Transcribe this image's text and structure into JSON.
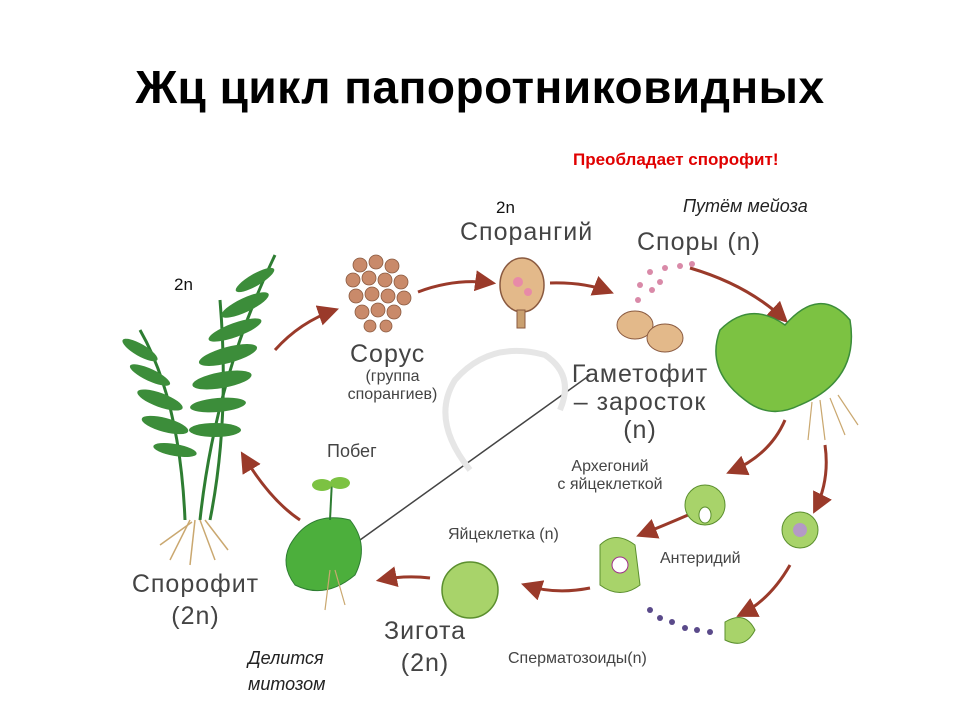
{
  "title": "Жц цикл папоротниковидных",
  "note": "Преобладает спорофит!",
  "labels": {
    "ploidy_sporangium": "2n",
    "ploidy_fern": "2n",
    "sporangium": "Спорангий",
    "meiosis": "Путём мейоза",
    "spores": "Споры (n)",
    "sorus": "Сорус",
    "sorus_desc_1": "(группа",
    "sorus_desc_2": "спорангиев)",
    "gametophyte_1": "Гаметофит",
    "gametophyte_2": "– заросток",
    "gametophyte_3": "(n)",
    "shoot": "Побег",
    "archegonium_1": "Архегоний",
    "archegonium_2": "с яйцеклеткой",
    "egg": "Яйцеклетка (n)",
    "antheridium": "Антеридий",
    "sporophyte_1": "Спорофит",
    "sporophyte_2": "(2n)",
    "zygote_1": "Зигота",
    "zygote_2": "(2n)",
    "sperm": "Сперматозоиды(n)",
    "mitosis_1": "Делится",
    "mitosis_2": "митозом"
  },
  "colors": {
    "arrow": "#9a3a2a",
    "leaf_dark": "#2e7d32",
    "leaf_light": "#7cc242",
    "sorus": "#c98a6a",
    "cell": "#a8d36a",
    "note": "#e00000"
  }
}
